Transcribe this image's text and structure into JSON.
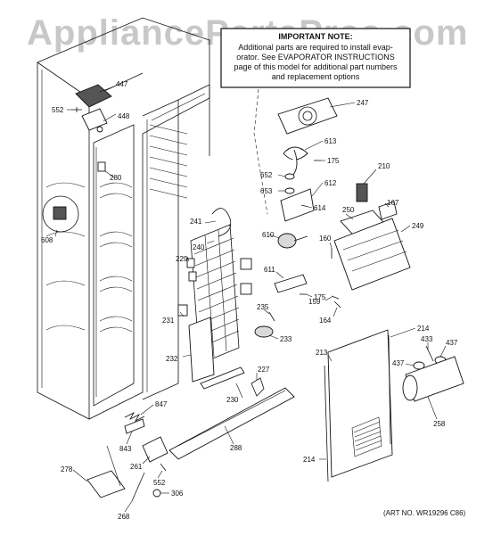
{
  "watermark": "AppliancePartsPros.com",
  "note": {
    "title": "IMPORTANT NOTE:",
    "lines": [
      "Additional parts are required to install evap-",
      "orator.  See EVAPORATOR INSTRUCTIONS",
      "page of this model for additional part numbers",
      "and replacement options"
    ]
  },
  "art_number": "(ART NO. WR19296 C86)",
  "callouts": [
    {
      "id": "c447",
      "text": "447"
    },
    {
      "id": "c552a",
      "text": "552"
    },
    {
      "id": "c448",
      "text": "448"
    },
    {
      "id": "c280",
      "text": "280"
    },
    {
      "id": "c608",
      "text": "608"
    },
    {
      "id": "c241",
      "text": "241"
    },
    {
      "id": "c240",
      "text": "240"
    },
    {
      "id": "c229",
      "text": "229"
    },
    {
      "id": "c231",
      "text": "231"
    },
    {
      "id": "c232",
      "text": "232"
    },
    {
      "id": "c230",
      "text": "230"
    },
    {
      "id": "c227",
      "text": "227"
    },
    {
      "id": "c235",
      "text": "235"
    },
    {
      "id": "c233",
      "text": "233"
    },
    {
      "id": "c175a",
      "text": "175"
    },
    {
      "id": "c611",
      "text": "611"
    },
    {
      "id": "c610",
      "text": "610"
    },
    {
      "id": "c614",
      "text": "614"
    },
    {
      "id": "c612",
      "text": "612"
    },
    {
      "id": "c653",
      "text": "653"
    },
    {
      "id": "c652",
      "text": "652"
    },
    {
      "id": "c175b",
      "text": "175"
    },
    {
      "id": "c613",
      "text": "613"
    },
    {
      "id": "c247",
      "text": "247"
    },
    {
      "id": "c210",
      "text": "210"
    },
    {
      "id": "c167",
      "text": "167"
    },
    {
      "id": "c250",
      "text": "250"
    },
    {
      "id": "c249",
      "text": "249"
    },
    {
      "id": "c160",
      "text": "160"
    },
    {
      "id": "c159",
      "text": "159"
    },
    {
      "id": "c164",
      "text": "164"
    },
    {
      "id": "c213",
      "text": "213"
    },
    {
      "id": "c214a",
      "text": "214"
    },
    {
      "id": "c214b",
      "text": "214"
    },
    {
      "id": "c433",
      "text": "433"
    },
    {
      "id": "c437a",
      "text": "437"
    },
    {
      "id": "c437b",
      "text": "437"
    },
    {
      "id": "c258",
      "text": "258"
    },
    {
      "id": "c847",
      "text": "847"
    },
    {
      "id": "c843",
      "text": "843"
    },
    {
      "id": "c261",
      "text": "261"
    },
    {
      "id": "c552b",
      "text": "552"
    },
    {
      "id": "c288",
      "text": "288"
    },
    {
      "id": "c278",
      "text": "278"
    },
    {
      "id": "c306",
      "text": "306"
    },
    {
      "id": "c268",
      "text": "268"
    }
  ]
}
